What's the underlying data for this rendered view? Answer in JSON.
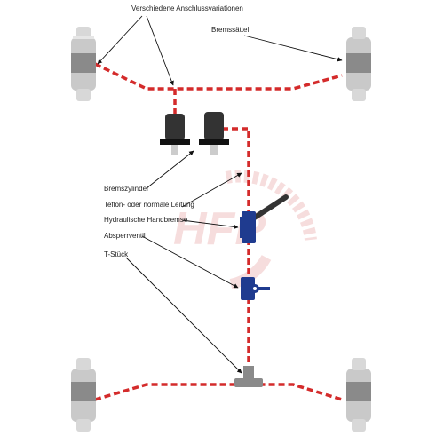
{
  "labels": {
    "connection_variants": "Verschiedene Anschlussvariationen",
    "brake_calipers": "Bremssättel",
    "brake_cylinder": "Bremszylinder",
    "teflon_line": "Teflon- oder normale Leitung",
    "hydraulic_handbrake": "Hydraulische Handbremse",
    "shutoff_valve": "Absperrventil",
    "t_piece": "T-Stück"
  },
  "watermark": "HFP",
  "colors": {
    "brake_line": "#d42b2b",
    "component_blue": "#1f3b8f",
    "cylinder_dark": "#333333",
    "wheel_gray": "#c9c9c9",
    "watermark_red": "#e8a0a0"
  },
  "icons": [
    "wheel-icon",
    "brake-cylinder-icon",
    "handbrake-lever-icon",
    "shutoff-valve-icon",
    "t-piece-icon"
  ]
}
